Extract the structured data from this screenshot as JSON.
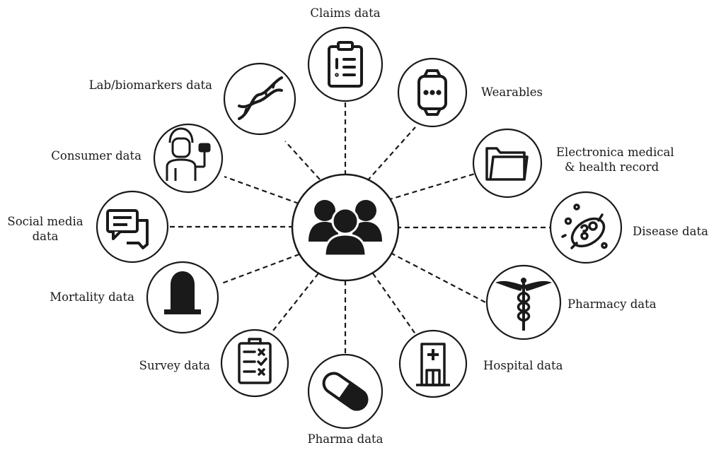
{
  "hub": {
    "icon": "people-group-icon"
  },
  "nodes": [
    {
      "id": "claims",
      "label": "Claims data",
      "icon": "clipboard-list-icon"
    },
    {
      "id": "wearables",
      "label": "Wearables",
      "icon": "smartwatch-icon"
    },
    {
      "id": "emr",
      "label_lines": [
        "Electronica medical",
        "& health record"
      ],
      "icon": "folder-icon"
    },
    {
      "id": "disease",
      "label": "Disease data",
      "icon": "bacteria-icon"
    },
    {
      "id": "pharmacy",
      "label": "Pharmacy data",
      "icon": "caduceus-icon"
    },
    {
      "id": "hospital",
      "label": "Hospital data",
      "icon": "hospital-building-icon"
    },
    {
      "id": "pharma",
      "label": "Pharma data",
      "icon": "pill-capsule-icon"
    },
    {
      "id": "survey",
      "label": "Survey data",
      "icon": "checklist-clipboard-icon"
    },
    {
      "id": "mortality",
      "label": "Mortality data",
      "icon": "tombstone-icon"
    },
    {
      "id": "social",
      "label_lines": [
        "Social media",
        "data"
      ],
      "icon": "chat-bubbles-icon"
    },
    {
      "id": "consumer",
      "label": "Consumer data",
      "icon": "consumer-person-icon"
    },
    {
      "id": "lab",
      "label": "Lab/biomarkers data",
      "icon": "dna-helix-icon"
    }
  ]
}
